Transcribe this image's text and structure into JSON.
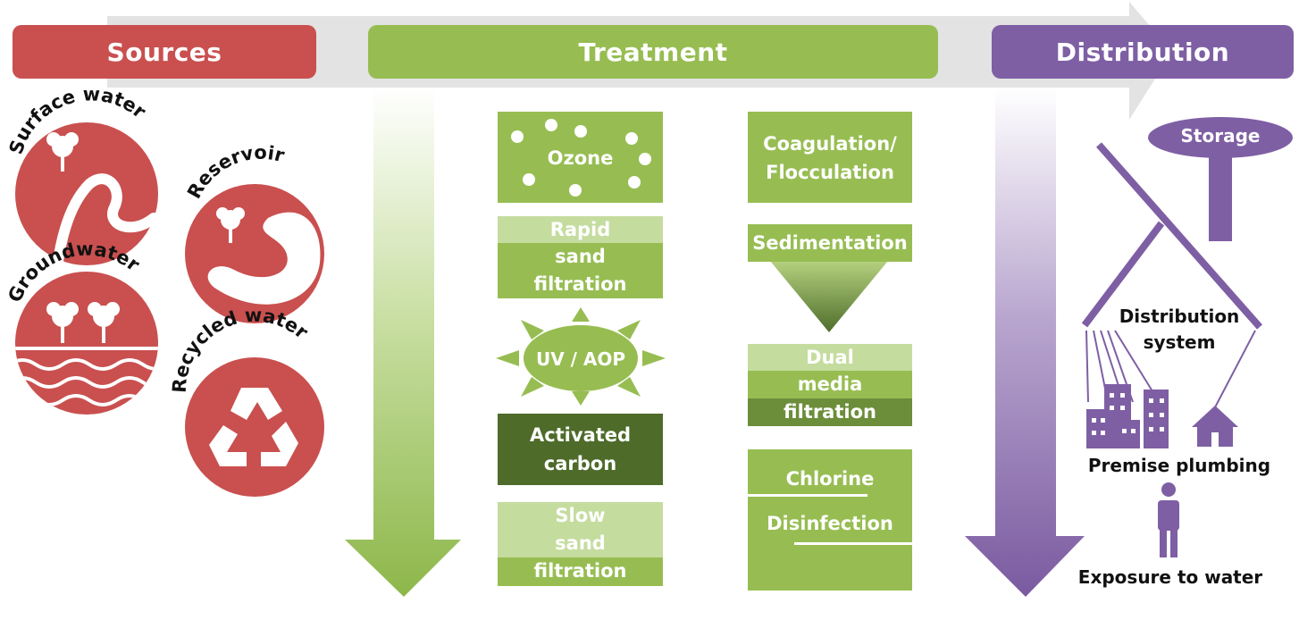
{
  "colors": {
    "sources": "#c9504f",
    "treatment": "#97bd52",
    "treatment_light": "#c5dc9f",
    "treatment_dark": "#4e6b2a",
    "distribution": "#7e5fa4",
    "arrow_gray": "#e3e3e3"
  },
  "headers": {
    "sources": "Sources",
    "treatment": "Treatment",
    "distribution": "Distribution"
  },
  "sources": {
    "surface_water": "Surface water",
    "reservoir": "Reservoir",
    "groundwater": "Groundwater",
    "recycled_water": "Recycled water"
  },
  "treatment": {
    "ozone": "Ozone",
    "rapid_sand": [
      "Rapid",
      "sand",
      "filtration"
    ],
    "uv_aop": "UV / AOP",
    "activated_carbon": [
      "Activated",
      "carbon"
    ],
    "slow_sand": [
      "Slow",
      "sand",
      "filtration"
    ],
    "coagulation": [
      "Coagulation/",
      "Flocculation"
    ],
    "sedimentation": "Sedimentation",
    "dual_media": [
      "Dual",
      "media",
      "filtration"
    ],
    "chlorine": "Chlorine",
    "disinfection": "Disinfection"
  },
  "distribution": {
    "storage": "Storage",
    "system": [
      "Distribution",
      "system"
    ],
    "premise_plumbing": "Premise plumbing",
    "exposure": "Exposure to water"
  }
}
